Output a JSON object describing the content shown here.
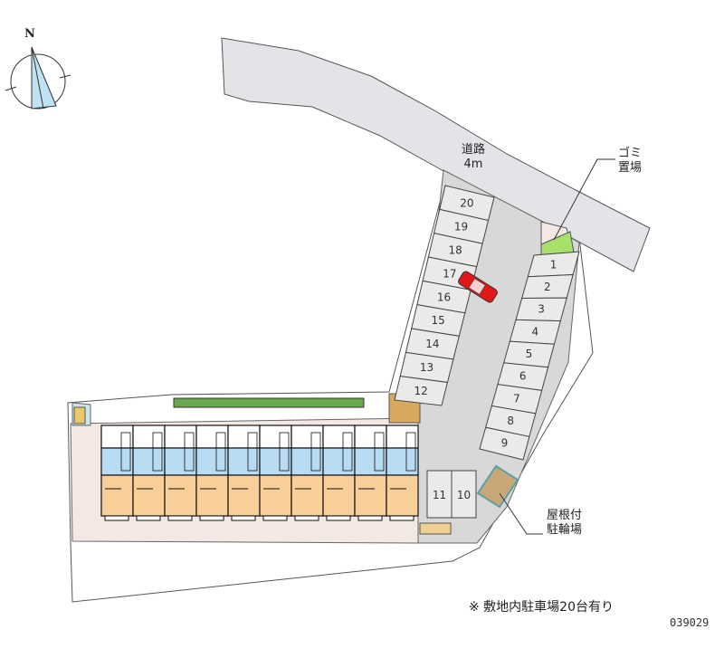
{
  "compass": {
    "north_label": "N"
  },
  "road": {
    "name": "道路",
    "width": "4m"
  },
  "garbage": {
    "label_line1": "ゴミ",
    "label_line2": "置場"
  },
  "bicycle": {
    "label_line1": "屋根付",
    "label_line2": "駐輪場"
  },
  "parking": {
    "left_column": [
      "20",
      "19",
      "18",
      "17",
      "16",
      "15",
      "14",
      "13",
      "12"
    ],
    "right_column": [
      "1",
      "2",
      "3",
      "4",
      "5",
      "6",
      "7",
      "8",
      "9"
    ],
    "bottom_row": [
      "11",
      "10"
    ]
  },
  "building": {
    "units": 10
  },
  "colors": {
    "road": "#e4e3e8",
    "lot": "#d8d8d8",
    "stall": "#eaeaea",
    "grounds": "#f3e8e3",
    "unit_top": "#b9dcf5",
    "unit_bottom": "#f8cf98",
    "hedge": "#6aa84f",
    "car": "#e01818"
  },
  "footer": {
    "note": "※ 敷地内駐車場20台有り",
    "code": "039029"
  }
}
